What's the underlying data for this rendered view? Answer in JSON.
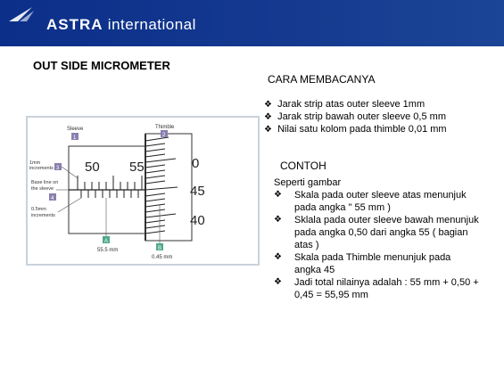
{
  "header": {
    "logo_bold": "ASTRA",
    "logo_light": "international"
  },
  "title_left": "OUT SIDE MICROMETER",
  "title_right": "CARA MEMBACANYA",
  "bullet_symbol": "❖",
  "bullets": [
    "Jarak strip atas outer sleeve  1mm",
    "Jarak strip bawah outer sleeve  0,5 mm",
    "Nilai satu kolom pada thimble 0,01 mm"
  ],
  "contoh_label": "CONTOH",
  "example": {
    "lead": "Seperti gambar",
    "items": [
      "Skala pada outer sleeve atas menunjuk pada angka \" 55 mm )",
      "Sklala pada outer sleeve bawah menunjuk pada angka 0,50 dari angka 55 ( bagian atas )",
      "Skala pada Thimble menunjuk pada angka 45",
      "Jadi total nilainya adalah : 55 mm + 0,50 + 0,45 = 55,95 mm"
    ]
  },
  "diagram": {
    "sleeve_label": "Sleeve",
    "thimble_label": "Thimble",
    "badge_1": "1",
    "badge_2": "2",
    "badge_3": "3",
    "badge_4": "4",
    "badge_a": "A",
    "badge_b": "B",
    "left_label_1": [
      "1mm",
      "increments"
    ],
    "left_label_2": [
      "Base line on",
      "the sleeve"
    ],
    "left_label_3": [
      "0.5mm",
      "increments"
    ],
    "sleeve_num_50": "50",
    "sleeve_num_55": "55",
    "thimble_num_0": "0",
    "thimble_num_45": "45",
    "thimble_num_40": "40",
    "reading_a": "55.5 mm",
    "reading_b": "0.45 mm",
    "colors": {
      "badge": "#8a7fae",
      "badge_ab": "#4fa889",
      "frame": "#c9d2db"
    }
  }
}
